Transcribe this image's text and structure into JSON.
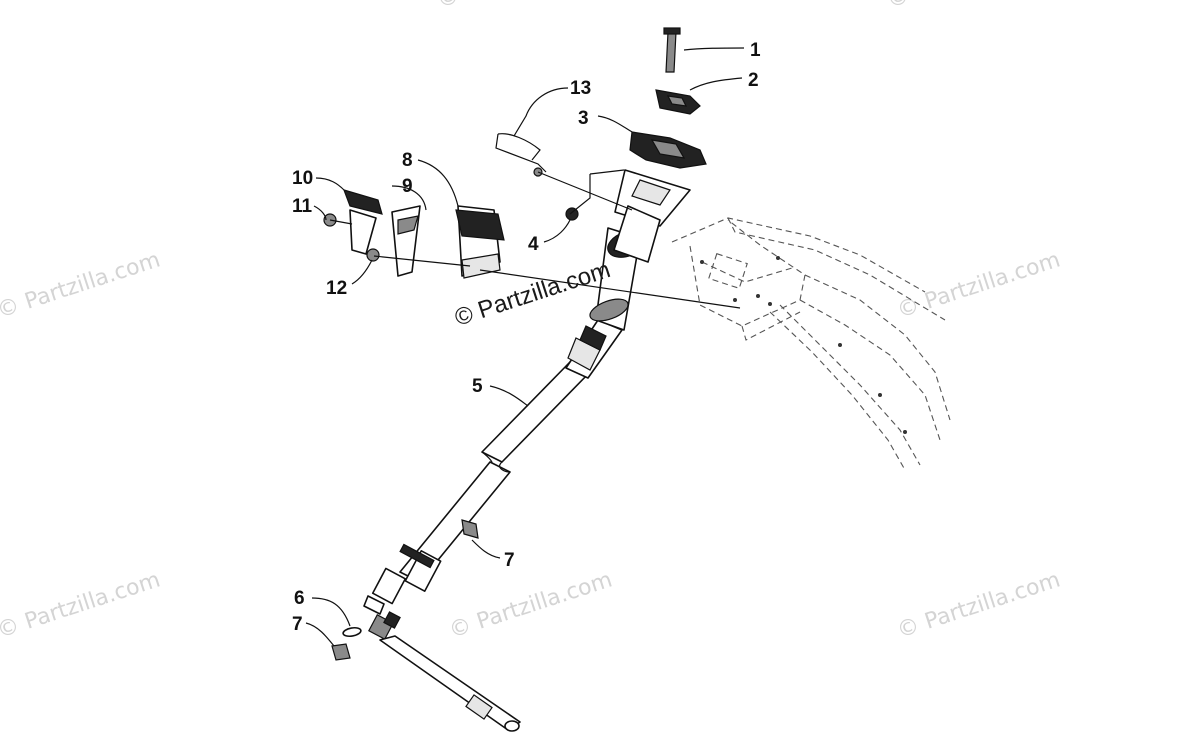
{
  "watermark": {
    "main": "© Partzilla.com",
    "faint": "© Partzilla.com",
    "color": "#d4d4d4"
  },
  "callouts": [
    {
      "id": "1",
      "label": "1"
    },
    {
      "id": "2",
      "label": "2"
    },
    {
      "id": "3",
      "label": "3"
    },
    {
      "id": "4",
      "label": "4"
    },
    {
      "id": "5",
      "label": "5"
    },
    {
      "id": "6",
      "label": "6"
    },
    {
      "id": "7a",
      "label": "7"
    },
    {
      "id": "7b",
      "label": "7"
    },
    {
      "id": "8",
      "label": "8"
    },
    {
      "id": "9",
      "label": "9"
    },
    {
      "id": "10",
      "label": "10"
    },
    {
      "id": "11",
      "label": "11"
    },
    {
      "id": "12",
      "label": "12"
    },
    {
      "id": "13",
      "label": "13"
    }
  ]
}
